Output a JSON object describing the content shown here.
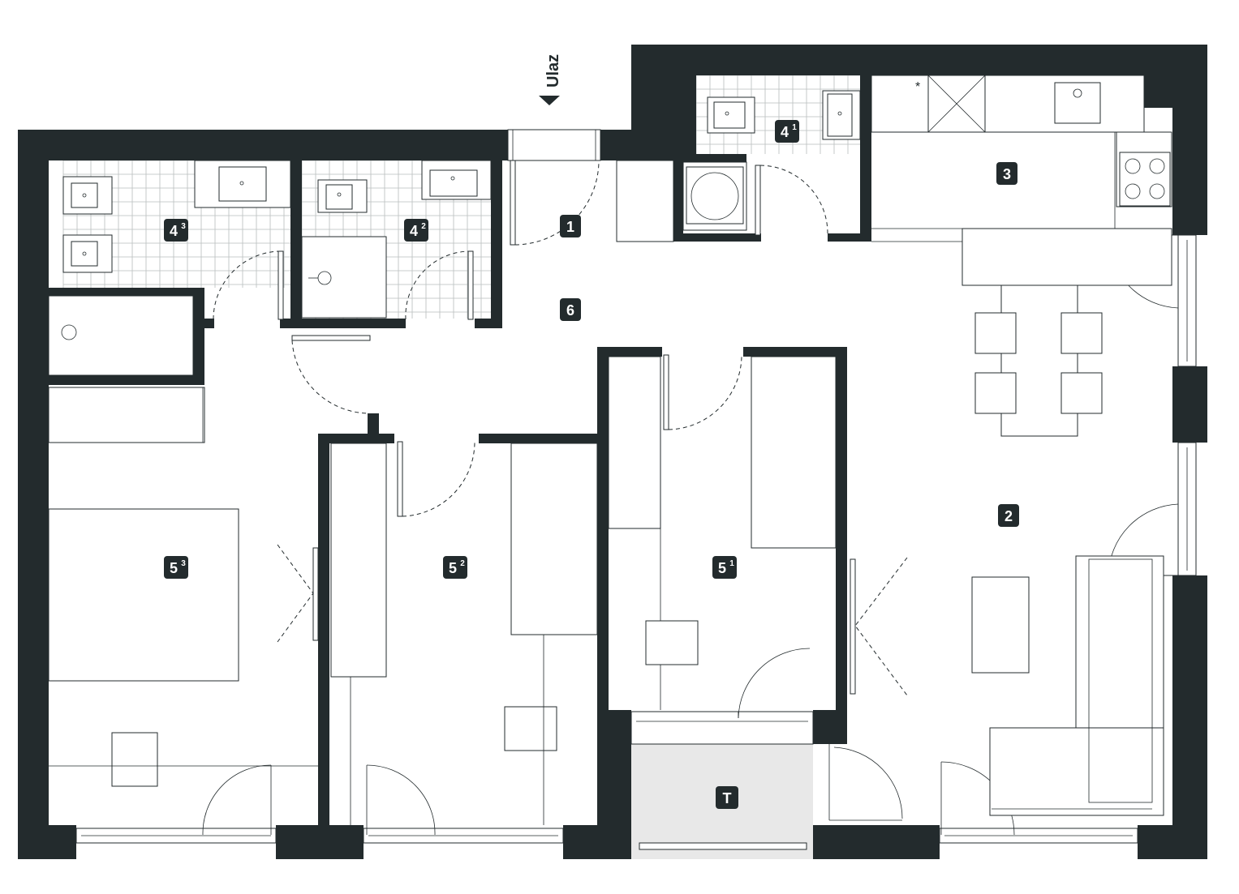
{
  "entrance": {
    "label": "Ulaz"
  },
  "rooms": [
    {
      "id": "r1",
      "number": "1",
      "sup": ""
    },
    {
      "id": "r2",
      "number": "2",
      "sup": ""
    },
    {
      "id": "r3",
      "number": "3",
      "sup": ""
    },
    {
      "id": "r41",
      "number": "4",
      "sup": "1"
    },
    {
      "id": "r42",
      "number": "4",
      "sup": "2"
    },
    {
      "id": "r43",
      "number": "4",
      "sup": "3"
    },
    {
      "id": "r51",
      "number": "5",
      "sup": "1"
    },
    {
      "id": "r52",
      "number": "5",
      "sup": "2"
    },
    {
      "id": "r53",
      "number": "5",
      "sup": "3"
    },
    {
      "id": "r6",
      "number": "6",
      "sup": ""
    },
    {
      "id": "rT",
      "number": "T",
      "sup": ""
    }
  ],
  "colors": {
    "wall": "#232b2d",
    "terrace": "#e8e8e8",
    "tile": "#b8bdbd"
  }
}
